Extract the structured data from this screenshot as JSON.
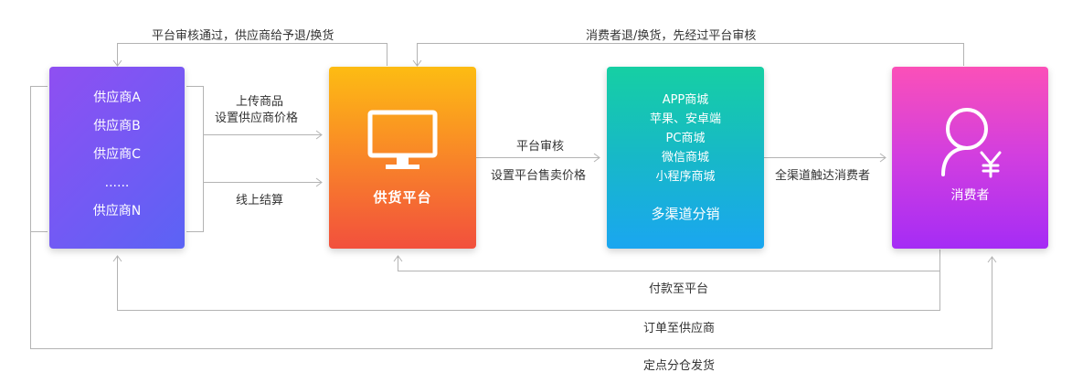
{
  "suppliers": {
    "items": [
      "供应商A",
      "供应商B",
      "供应商C",
      "......",
      "供应商N"
    ]
  },
  "platform": {
    "label": "供货平台",
    "icon": "monitor-icon"
  },
  "channels": {
    "items": [
      "APP商城",
      "苹果、安卓端",
      "PC商城",
      "微信商城",
      "小程序商城"
    ],
    "footer": "多渠道分销"
  },
  "consumer": {
    "label": "消费者",
    "icon": "user-yen-icon"
  },
  "flows": {
    "top_left": "平台审核通过，供应商给予退/换货",
    "top_right": "消费者退/换货，先经过平台审核",
    "upload_line1": "上传商品",
    "upload_line2": "设置供应商价格",
    "settlement": "线上结算",
    "review": "平台审核",
    "set_price": "设置平台售卖价格",
    "reach": "全渠道触达消费者",
    "pay": "付款至平台",
    "order": "订单至供应商",
    "ship": "定点分仓发货"
  },
  "colors": {
    "line": "#b3b3b3",
    "supplier_gradient": [
      "#8f4ff2",
      "#5b63f5"
    ],
    "platform_gradient": [
      "#fdbc13",
      "#f98b26",
      "#f2503d"
    ],
    "channel_gradient": [
      "#16cfa3",
      "#17b8c8",
      "#1aa6f0"
    ],
    "consumer_gradient": [
      "#fb50b8",
      "#d13ee0",
      "#a52cf5"
    ]
  }
}
